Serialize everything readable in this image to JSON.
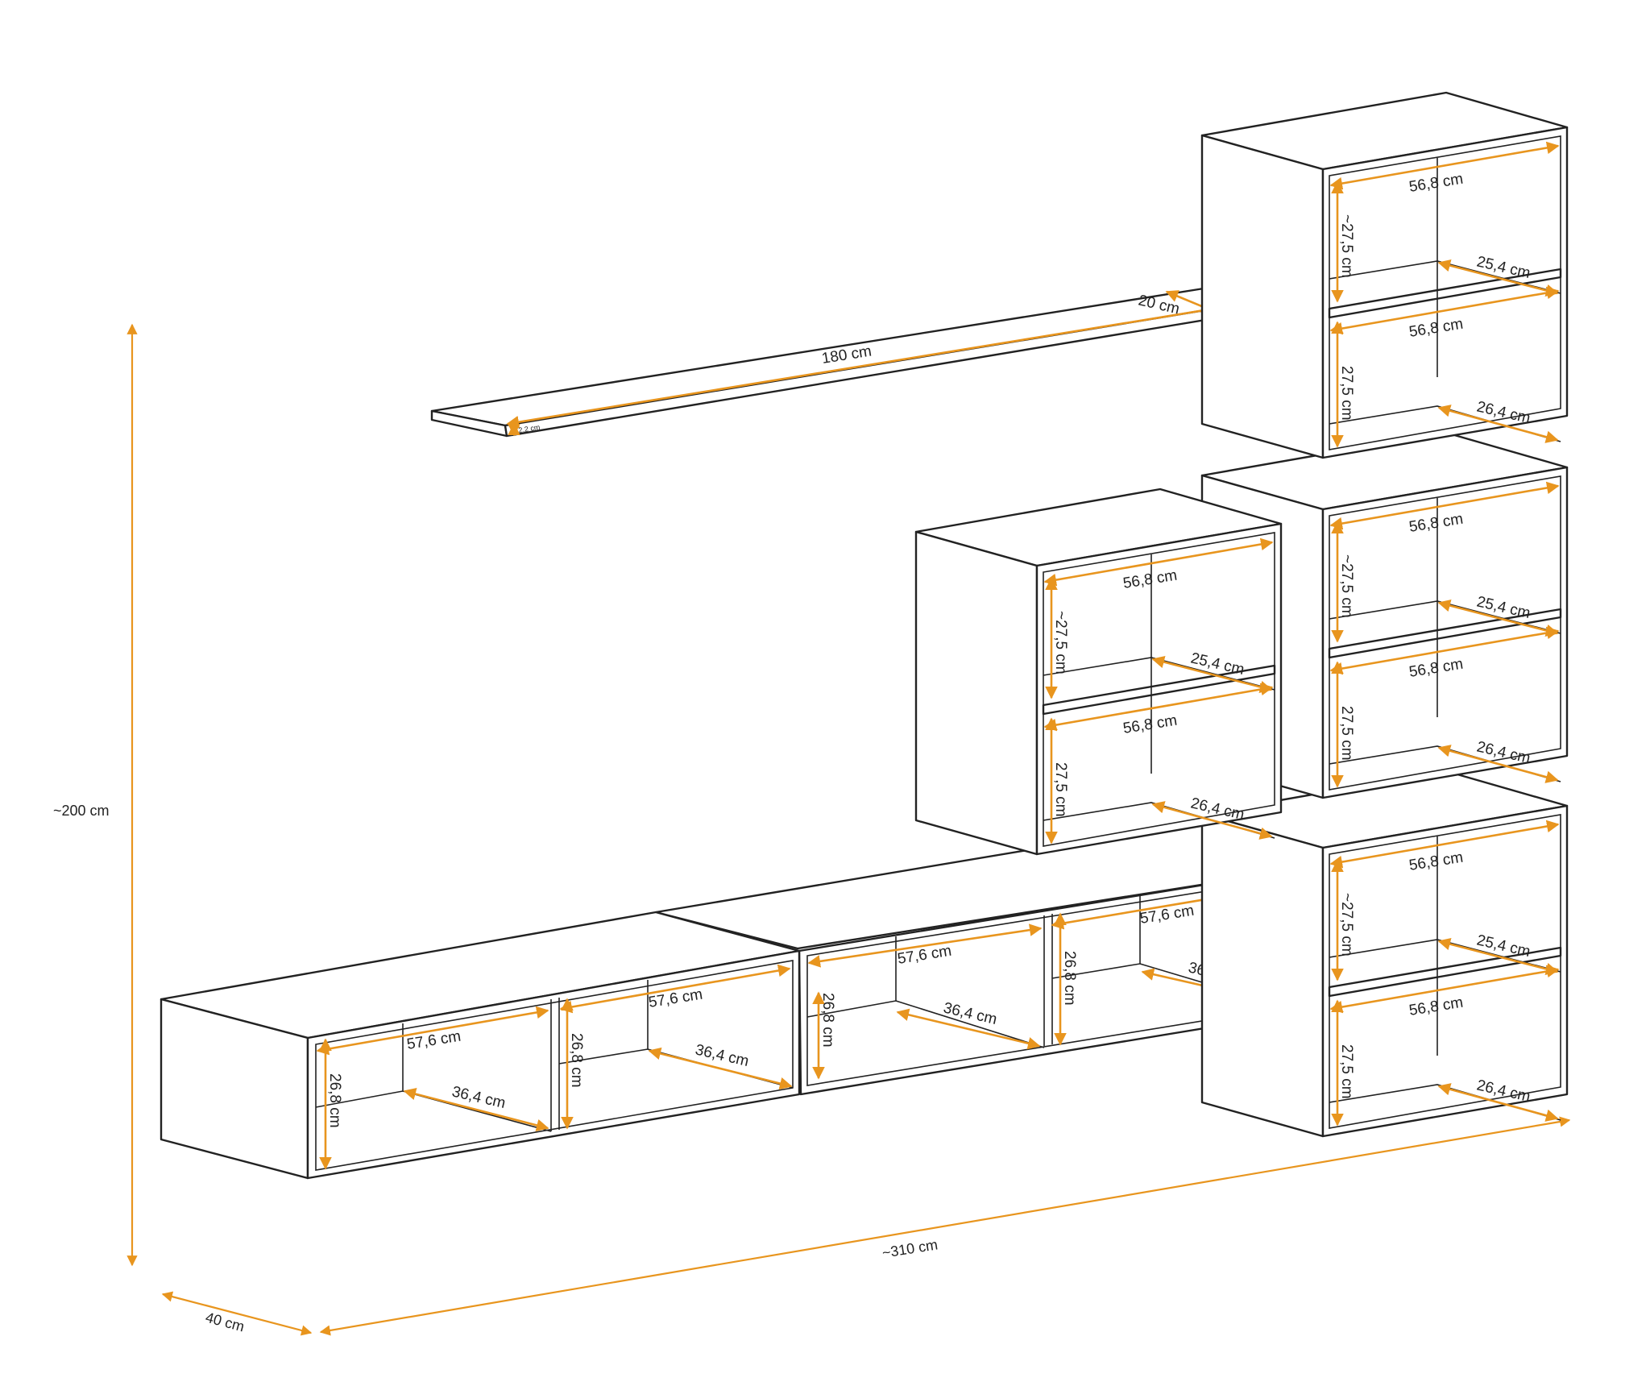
{
  "accent_color": "#e8951e",
  "line_color": "#222222",
  "totals": {
    "height": "~200 cm",
    "width": "~310 cm",
    "depth": "40 cm"
  },
  "shelf": {
    "length": "180 cm",
    "depth": "20 cm",
    "thickness": "2,2 cm"
  },
  "cabinet_labels": {
    "width_inner": "56,8 cm",
    "height_top": "~27,5 cm",
    "height_bottom": "27,5 cm",
    "depth_top": "25,4 cm",
    "depth_bottom": "26,4 cm"
  },
  "lowboard_labels": {
    "width": "57,6 cm",
    "height": "26,8 cm",
    "depth": "36,4 cm"
  }
}
